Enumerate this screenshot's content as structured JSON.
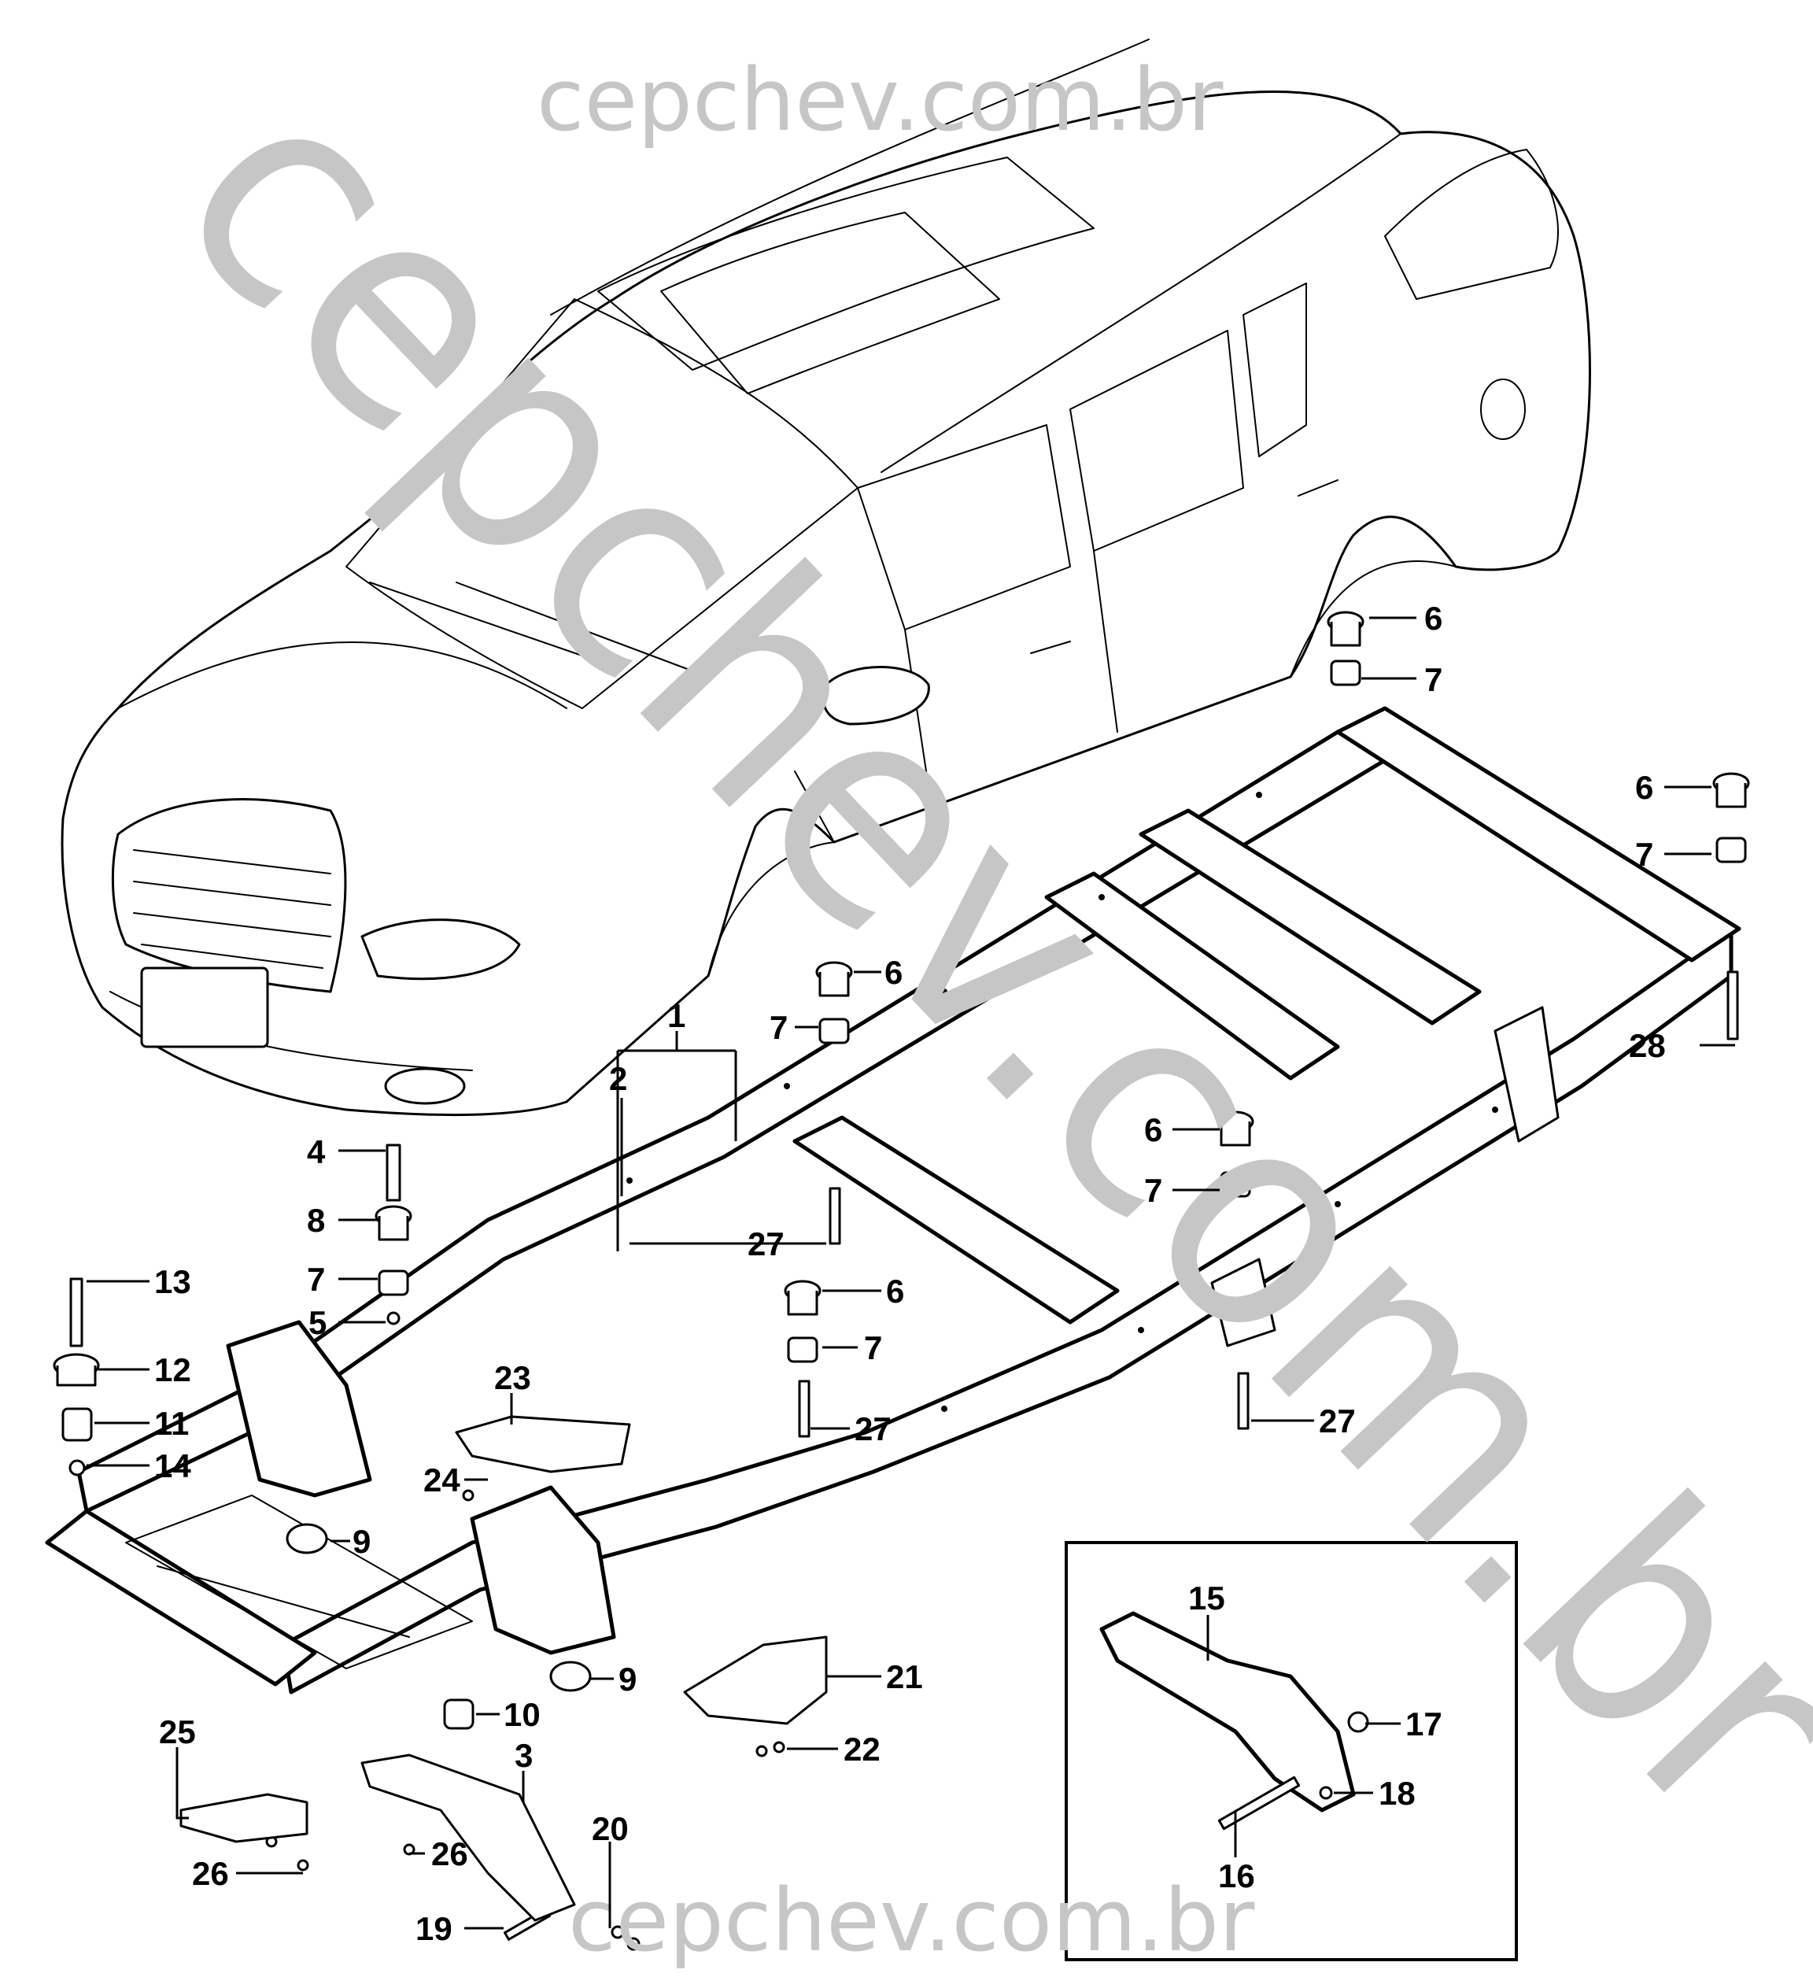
{
  "watermark": {
    "top": "cepchev.com.br",
    "diagonal": "cepchev.com.br",
    "bottom": "cepchev.com.br"
  },
  "callouts": [
    {
      "id": "c1",
      "label": "1"
    },
    {
      "id": "c2",
      "label": "2"
    },
    {
      "id": "c3",
      "label": "3"
    },
    {
      "id": "c4",
      "label": "4"
    },
    {
      "id": "c5",
      "label": "5"
    },
    {
      "id": "c6a",
      "label": "6"
    },
    {
      "id": "c6b",
      "label": "6"
    },
    {
      "id": "c6c",
      "label": "6"
    },
    {
      "id": "c6d",
      "label": "6"
    },
    {
      "id": "c6e",
      "label": "6"
    },
    {
      "id": "c7a",
      "label": "7"
    },
    {
      "id": "c7b",
      "label": "7"
    },
    {
      "id": "c7c",
      "label": "7"
    },
    {
      "id": "c7d",
      "label": "7"
    },
    {
      "id": "c7e",
      "label": "7"
    },
    {
      "id": "c7f",
      "label": "7"
    },
    {
      "id": "c8",
      "label": "8"
    },
    {
      "id": "c9a",
      "label": "9"
    },
    {
      "id": "c9b",
      "label": "9"
    },
    {
      "id": "c10",
      "label": "10"
    },
    {
      "id": "c11",
      "label": "11"
    },
    {
      "id": "c12",
      "label": "12"
    },
    {
      "id": "c13",
      "label": "13"
    },
    {
      "id": "c14",
      "label": "14"
    },
    {
      "id": "c15",
      "label": "15"
    },
    {
      "id": "c16",
      "label": "16"
    },
    {
      "id": "c17",
      "label": "17"
    },
    {
      "id": "c18",
      "label": "18"
    },
    {
      "id": "c19",
      "label": "19"
    },
    {
      "id": "c20",
      "label": "20"
    },
    {
      "id": "c21",
      "label": "21"
    },
    {
      "id": "c22",
      "label": "22"
    },
    {
      "id": "c23",
      "label": "23"
    },
    {
      "id": "c24",
      "label": "24"
    },
    {
      "id": "c25",
      "label": "25"
    },
    {
      "id": "c26a",
      "label": "26"
    },
    {
      "id": "c26b",
      "label": "26"
    },
    {
      "id": "c27a",
      "label": "27"
    },
    {
      "id": "c27b",
      "label": "27"
    },
    {
      "id": "c27c",
      "label": "27"
    },
    {
      "id": "c28",
      "label": "28"
    }
  ]
}
